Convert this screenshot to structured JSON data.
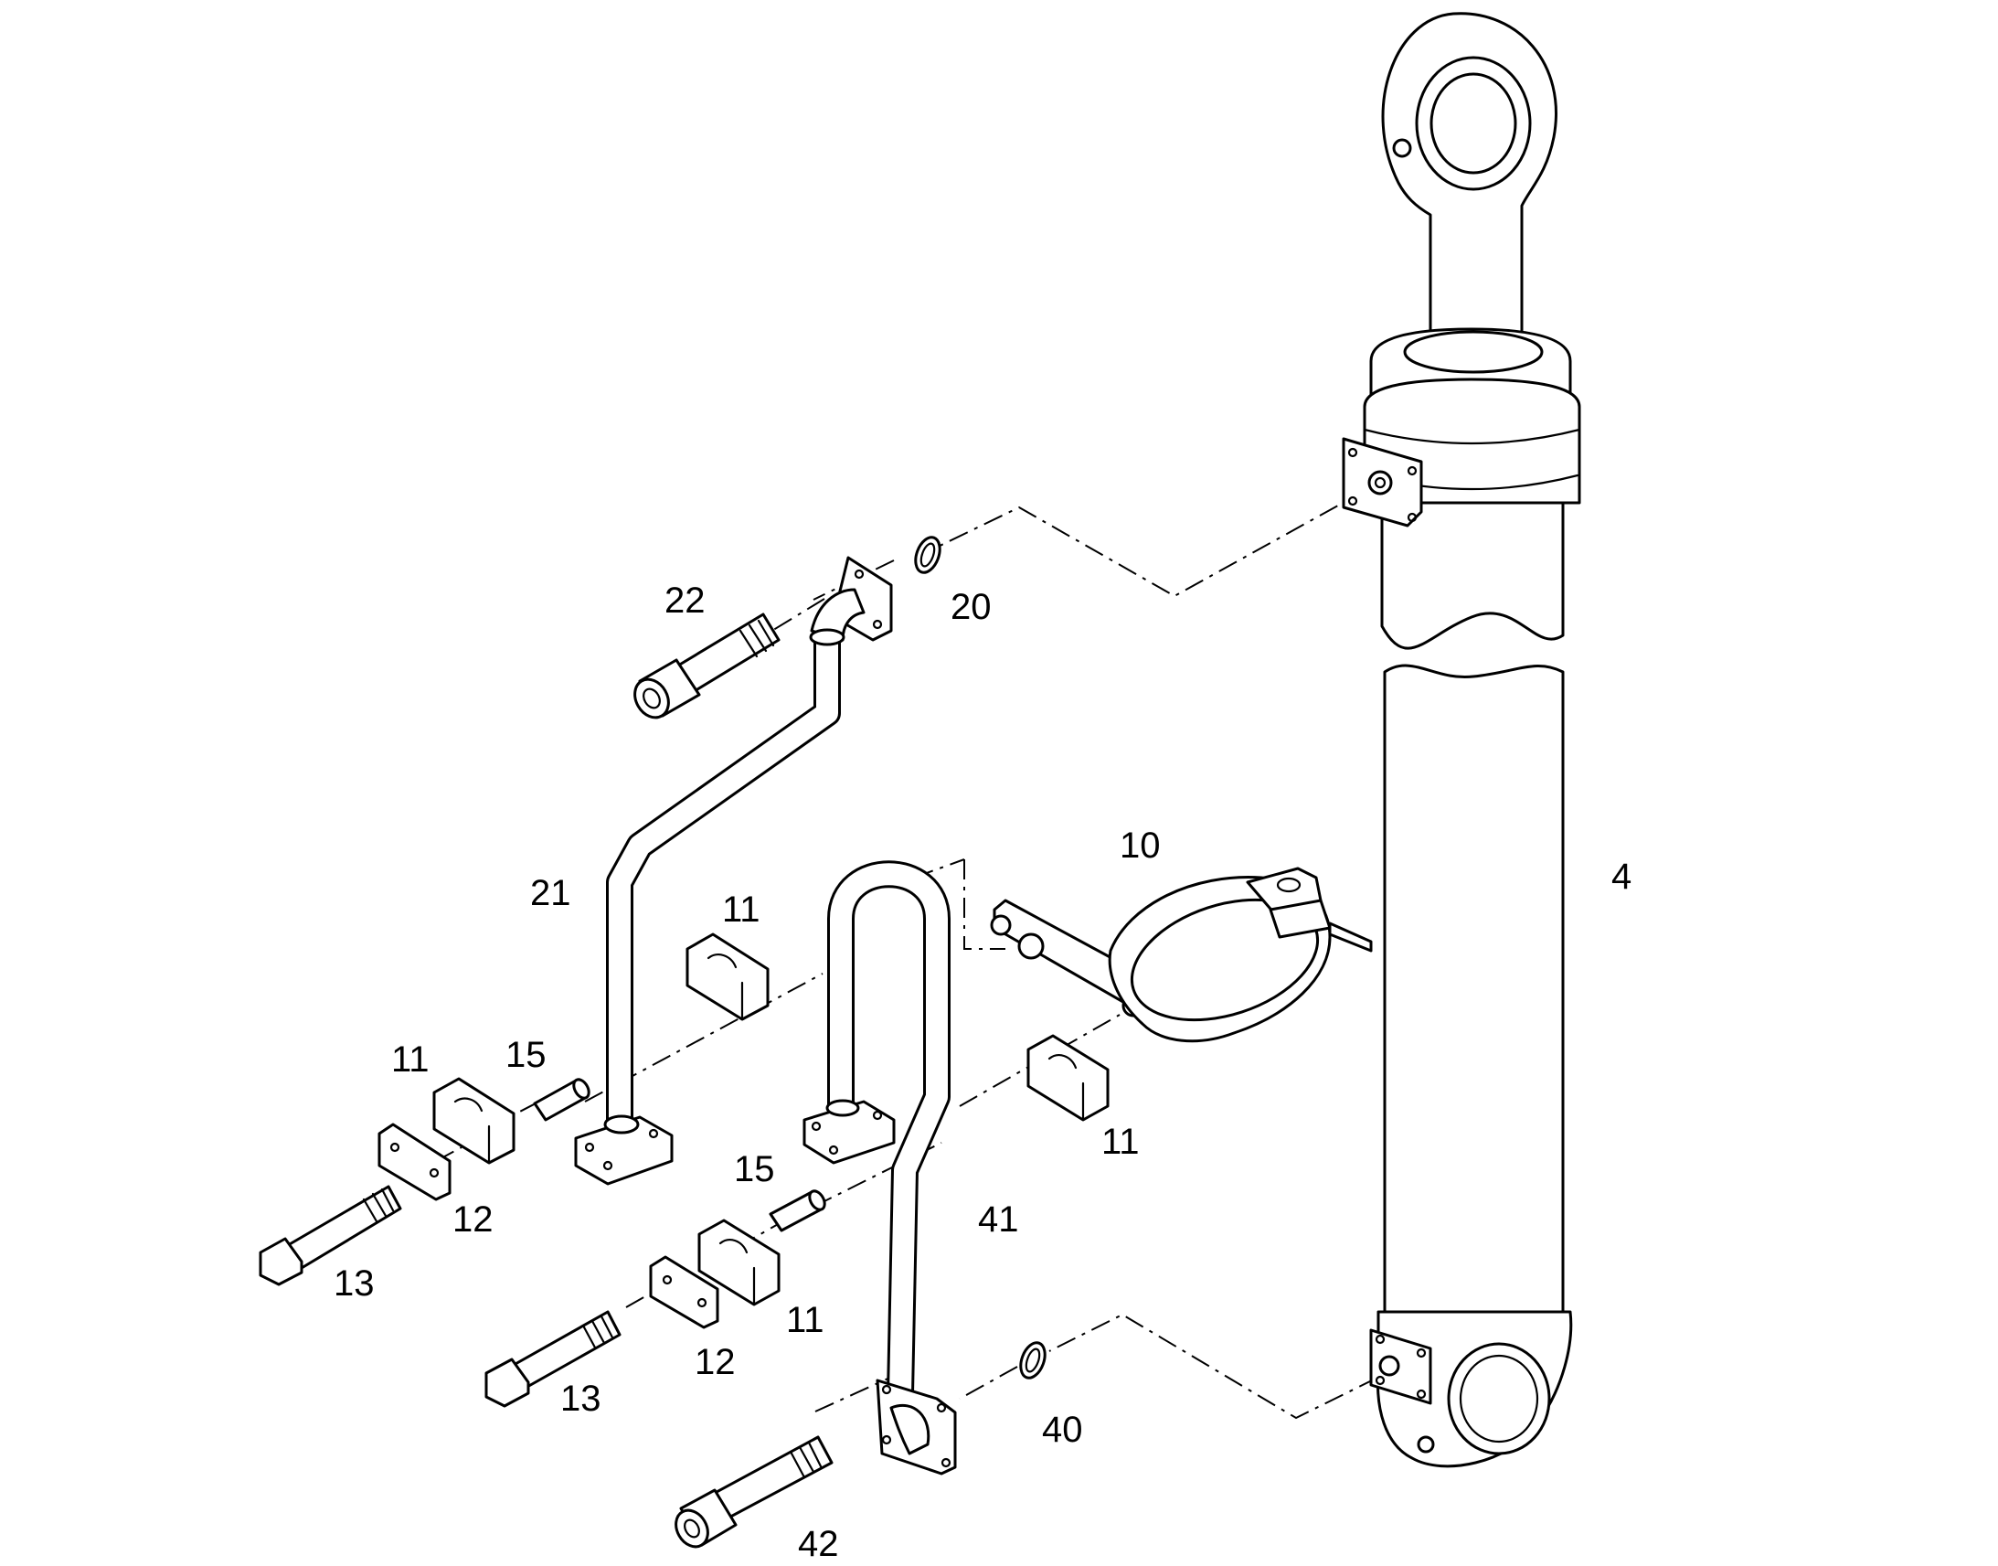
{
  "colors": {
    "line": "#000000",
    "background": "#ffffff"
  },
  "callouts": {
    "c4": "4",
    "c10": "10",
    "c11_a": "11",
    "c11_b": "11",
    "c11_c": "11",
    "c11_d": "11",
    "c12_a": "12",
    "c12_b": "12",
    "c13_a": "13",
    "c13_b": "13",
    "c15_a": "15",
    "c15_b": "15",
    "c20": "20",
    "c21": "21",
    "c22": "22",
    "c40": "40",
    "c41": "41",
    "c42": "42"
  }
}
